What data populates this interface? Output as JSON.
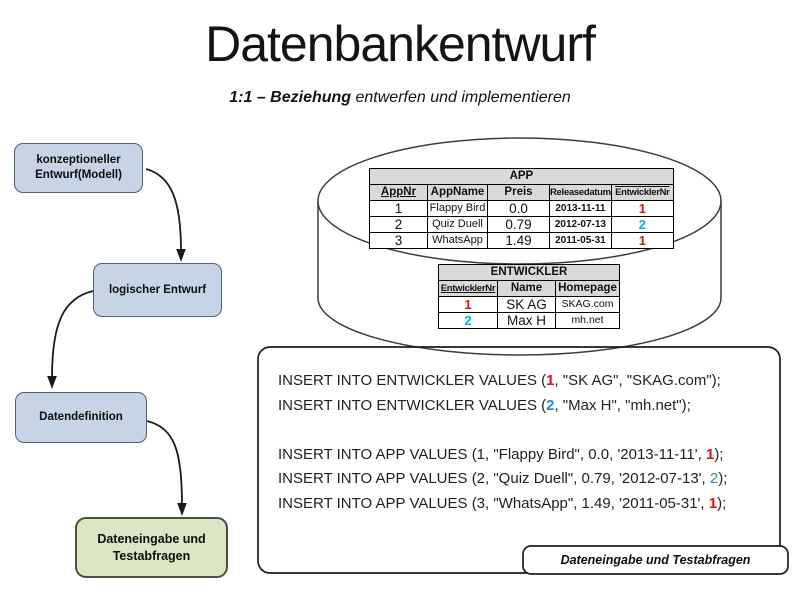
{
  "slide": {
    "title": "Datenbankentwurf",
    "subtitle_bold": "1:1 – Beziehung",
    "subtitle_rest": " entwerfen und implementieren"
  },
  "flowchart": {
    "steps": [
      {
        "label": "konzeptioneller\nEntwurf(Modell)"
      },
      {
        "label": "logischer Entwurf"
      },
      {
        "label": "Datendefinition"
      },
      {
        "label": "Dateneingabe und\nTestabfragen"
      }
    ]
  },
  "database": {
    "app_table": {
      "title": "APP",
      "columns": [
        {
          "label": "AppNr",
          "deco": "underline"
        },
        {
          "label": "AppName",
          "deco": "none"
        },
        {
          "label": "Preis",
          "deco": "none"
        },
        {
          "label": "Releasedatum",
          "deco": "none"
        },
        {
          "label": "EntwicklerNr",
          "deco": "overline"
        }
      ],
      "rows": [
        [
          "1",
          "Flappy Bird",
          "0.0",
          "2013-11-11",
          {
            "t": "1",
            "color": "red"
          }
        ],
        [
          "2",
          "Quiz Duell",
          "0.79",
          "2012-07-13",
          {
            "t": "2",
            "color": "cyan"
          }
        ],
        [
          "3",
          "WhatsApp",
          "1.49",
          "2011-05-31",
          {
            "t": "1",
            "color": "red"
          }
        ]
      ]
    },
    "entwickler_table": {
      "title": "ENTWICKLER",
      "columns": [
        {
          "label": "EntwicklerNr",
          "deco": "underline"
        },
        {
          "label": "Name",
          "deco": "none"
        },
        {
          "label": "Homepage",
          "deco": "none"
        }
      ],
      "rows": [
        [
          {
            "t": "1",
            "color": "red"
          },
          "SK AG",
          "SKAG.com"
        ],
        [
          {
            "t": "2",
            "color": "cyan"
          },
          "Max H",
          "mh.net"
        ]
      ]
    }
  },
  "sql_panel": {
    "lines": [
      [
        {
          "t": "INSERT INTO ENTWICKLER VALUES ("
        },
        {
          "t": "1",
          "color": "red",
          "bold": true
        },
        {
          "t": ", \"SK AG\", \"SKAG.com\");"
        }
      ],
      [
        {
          "t": "INSERT INTO ENTWICKLER VALUES ("
        },
        {
          "t": "2",
          "color": "blue",
          "bold": true
        },
        {
          "t": ", \"Max H\", \"mh.net\");"
        }
      ],
      [],
      [
        {
          "t": "INSERT INTO APP VALUES (1, \"Flappy Bird\", 0.0, '2013-11-11', "
        },
        {
          "t": "1",
          "color": "red",
          "bold": true
        },
        {
          "t": ");"
        }
      ],
      [
        {
          "t": "INSERT INTO APP VALUES (2, \"Quiz Duell\", 0.79, '2012-07-13', "
        },
        {
          "t": "2",
          "color": "blue",
          "bold": false
        },
        {
          "t": ");"
        }
      ],
      [
        {
          "t": "INSERT INTO APP VALUES (3, \"WhatsApp\", 1.49, '2011-05-31', "
        },
        {
          "t": "1",
          "color": "red",
          "bold": true
        },
        {
          "t": ");"
        }
      ]
    ],
    "caption": "Dateneingabe und Testabfragen"
  },
  "colors": {
    "red": "#e31010",
    "cyan": "#00b0f0",
    "blue": "#2e86c8",
    "header_gray": "#d9d9d9",
    "box_blue": "#c6d4e6",
    "box_green": "#dbe6c4"
  }
}
